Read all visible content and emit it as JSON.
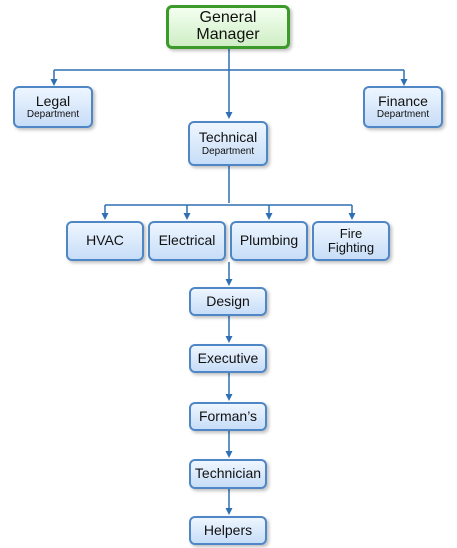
{
  "nodes": {
    "general_manager": {
      "line1": "General",
      "line2": "Manager"
    },
    "legal": {
      "line1": "Legal",
      "line2": "Department"
    },
    "finance": {
      "line1": "Finance",
      "line2": "Department"
    },
    "technical": {
      "line1": "Technical",
      "line2": "Department"
    },
    "hvac": {
      "label": "HVAC"
    },
    "electrical": {
      "label": "Electrical"
    },
    "plumbing": {
      "label": "Plumbing"
    },
    "fire_fighting": {
      "line1": "Fire",
      "line2": "Fighting"
    },
    "design": {
      "label": "Design"
    },
    "executive": {
      "label": "Executive"
    },
    "formans": {
      "label": "Forman’s"
    },
    "technician": {
      "label": "Technician"
    },
    "helpers": {
      "label": "Helpers"
    }
  },
  "colors": {
    "connector": "#2f6fb3",
    "node_border": "#4f86c6",
    "root_border": "#3b9a2a"
  }
}
